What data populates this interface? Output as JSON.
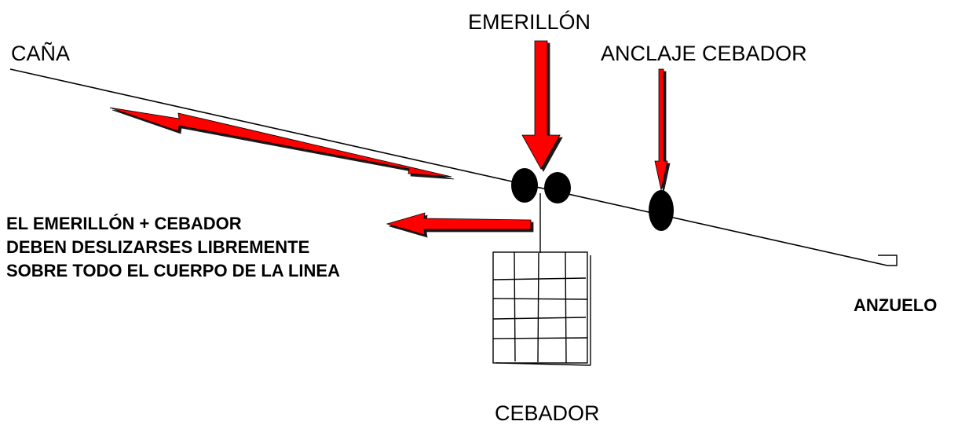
{
  "labels": {
    "cana": "CAÑA",
    "emerillon": "EMERILLÓN",
    "anclaje_cebador": "ANCLAJE CEBADOR",
    "anzuelo": "ANZUELO",
    "cebador": "CEBADOR"
  },
  "note_lines": [
    "EL EMERILLÓN + CEBADOR",
    "DEBEN DESLIZARSES LIBREMENTE",
    "SOBRE TODO EL CUERPO DE LA LINEA"
  ],
  "colors": {
    "arrow": "#ff0000",
    "line": "#000000",
    "bead": "#000000"
  }
}
